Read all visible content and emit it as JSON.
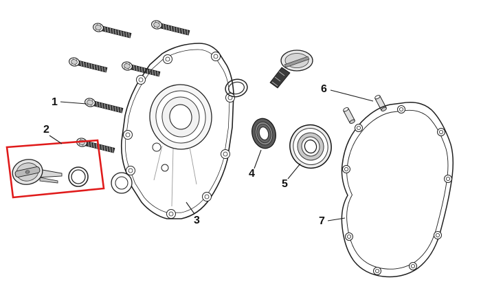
{
  "diagram": {
    "kind": "exploded-parts-diagram",
    "highlight_color": "#e01b1b",
    "line_color": "#1a1a1a",
    "background": "#ffffff",
    "callouts": [
      {
        "number": "1",
        "part": "flange-bolt"
      },
      {
        "number": "2",
        "part": "oil-filler-cap-with-o-ring"
      },
      {
        "number": "3",
        "part": "crankcase-cover"
      },
      {
        "number": "4",
        "part": "oil-seal"
      },
      {
        "number": "5",
        "part": "ball-bearing"
      },
      {
        "number": "6",
        "part": "dowel-pin"
      },
      {
        "number": "7",
        "part": "cover-gasket"
      }
    ]
  }
}
